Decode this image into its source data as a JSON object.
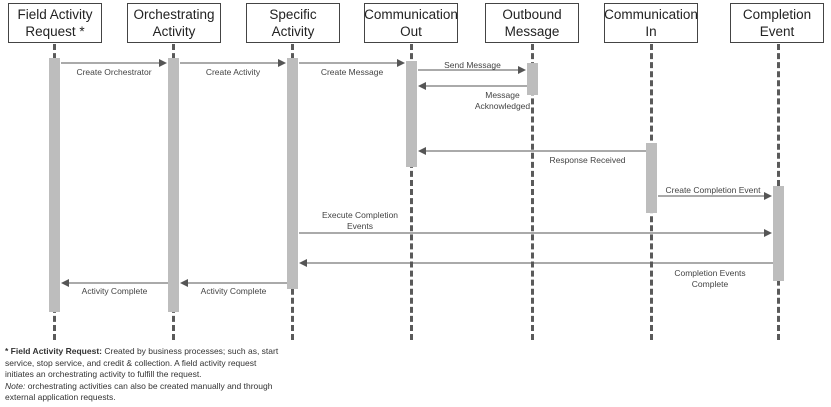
{
  "participants": [
    {
      "id": "p0",
      "label": "Field Activity\nRequest *"
    },
    {
      "id": "p1",
      "label": "Orchestrating\nActivity"
    },
    {
      "id": "p2",
      "label": "Specific\nActivity"
    },
    {
      "id": "p3",
      "label": "Communication\nOut"
    },
    {
      "id": "p4",
      "label": "Outbound\nMessage"
    },
    {
      "id": "p5",
      "label": "Communication\nIn"
    },
    {
      "id": "p6",
      "label": "Completion\nEvent"
    }
  ],
  "messages": [
    {
      "id": "m0",
      "label": "Create Orchestrator"
    },
    {
      "id": "m1",
      "label": "Create Activity"
    },
    {
      "id": "m2",
      "label": "Create Message"
    },
    {
      "id": "m3",
      "label": "Send Message"
    },
    {
      "id": "m4",
      "label": "Message\nAcknowledged"
    },
    {
      "id": "m5",
      "label": "Response Received"
    },
    {
      "id": "m6",
      "label": "Create Completion Event"
    },
    {
      "id": "m7",
      "label": "Execute Completion\nEvents"
    },
    {
      "id": "m8",
      "label": "Completion Events\nComplete"
    },
    {
      "id": "m9",
      "label": "Activity Complete"
    },
    {
      "id": "m10",
      "label": "Activity Complete"
    }
  ],
  "note": {
    "title": "* Field Activity Request:",
    "body": " Created by business processes; such as, start service, stop service, and credit & collection. A field activity request initiates an orchestrating activity to fulfill the request.",
    "note_label": "Note:",
    "note_body": " orchestrating activities can also be created manually and through external application requests."
  },
  "colors": {
    "line": "#5a5a5a",
    "bar": "#bdbdbd",
    "arrow": "#555555"
  }
}
